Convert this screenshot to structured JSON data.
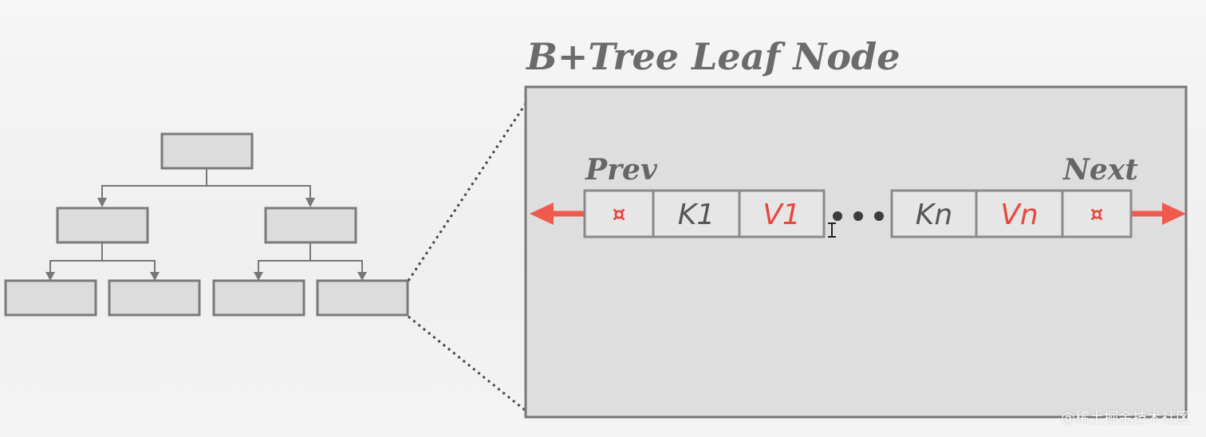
{
  "title": "B+Tree Leaf Node",
  "prev_label": "Prev",
  "next_label": "Next",
  "ellipsis": "•••",
  "cells_left": [
    {
      "name": "prev-pointer-cell",
      "text": "¤",
      "kind": "pointer"
    },
    {
      "name": "key-k1-cell",
      "text": "K1",
      "kind": "key"
    },
    {
      "name": "value-v1-cell",
      "text": "V1",
      "kind": "value"
    }
  ],
  "cells_right": [
    {
      "name": "key-kn-cell",
      "text": "Kn",
      "kind": "key"
    },
    {
      "name": "value-vn-cell",
      "text": "Vn",
      "kind": "value"
    },
    {
      "name": "next-pointer-cell",
      "text": "¤",
      "kind": "pointer"
    }
  ],
  "watermark": "@稀土掘金技术社区",
  "colors": {
    "key_text": "#555555",
    "value_text": "#e8473e",
    "arrow": "#ef5a4c",
    "node_fill": "#dcdcdc",
    "node_stroke": "#7a7a7a",
    "panel_fill": "#dedede",
    "panel_stroke": "#777777"
  }
}
